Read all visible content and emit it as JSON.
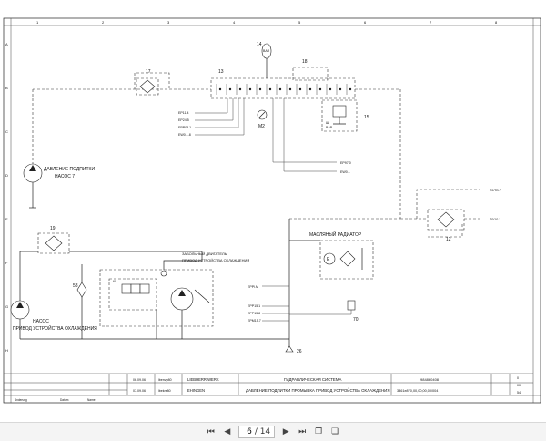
{
  "sheet": {
    "grid_cols": [
      "1",
      "2",
      "3",
      "4",
      "5",
      "6",
      "7",
      "8"
    ],
    "grid_rows": [
      "A",
      "B",
      "C",
      "D",
      "E",
      "F",
      "G",
      "H"
    ],
    "components": {
      "c14": "14",
      "c14_sub": "BAR",
      "c17": "17",
      "c13": "13",
      "c18": "18",
      "c15": "15",
      "c15_a": "Ш",
      "c15_b": "BAR",
      "c12": "12",
      "c19": "19",
      "c58": "58",
      "c70": "70",
      "c26": "26",
      "m2": "M2",
      "c60": "60"
    },
    "labels": {
      "pump7": "ДАВЛЕНИЕ ПОДПИТКИ",
      "pump7_b": "НАСОС 7",
      "radiator": "МАСЛЯНЫЙ РАДИАТОР",
      "motor": "ЗАБОЛЬНЫЙ ДВИГАТЕЛЬ",
      "motor_b": "ПРИВОД УСТРОЙСТВА ОХЛАЖДЕНИЯ",
      "pump_cool": "НАСОС",
      "pump_cool_b": "ПРИВОД УСТРОЙСТВА ОХЛАЖДЕНИЯ"
    },
    "ports": [
      "EP11.4",
      "EP24.5",
      "EPP04.1",
      "EW0.1.8"
    ],
    "ports_right": [
      "EP97.0",
      "EW0.1"
    ],
    "ports_lower": [
      "EPPl.M",
      "EPP15.1",
      "EPP15.8",
      "EPM15.7"
    ],
    "ports_far": [
      "T0/TD.7",
      "T0/10.1"
    ],
    "title_block": {
      "system": "ГИДРАВЛИЧЕСКАЯ СИСТЕМА",
      "desc": "ДАВЛЕНИЕ ПОДПИТКИ ПРОМЫВКА ПРИВОД УСТРОЙСТВА ОХЛАЖДЕНИЯ",
      "company": "LIEBHERR WERK",
      "city": "EHINGEN",
      "date1": "06.09.06",
      "date2": "07.09.06",
      "user1": "lbenvp80",
      "user2": "lbekrs80",
      "drawing_no": "984860408",
      "doc_no": "3361e870,00,00,00,00/004",
      "sheet_a": "0",
      "sheet_b": "00",
      "sheet_c": "54",
      "row_a": "Änderung",
      "row_b": "Datum",
      "row_c": "Name"
    }
  },
  "toolbar": {
    "current_page": "6",
    "total_pages": "/ 14"
  }
}
